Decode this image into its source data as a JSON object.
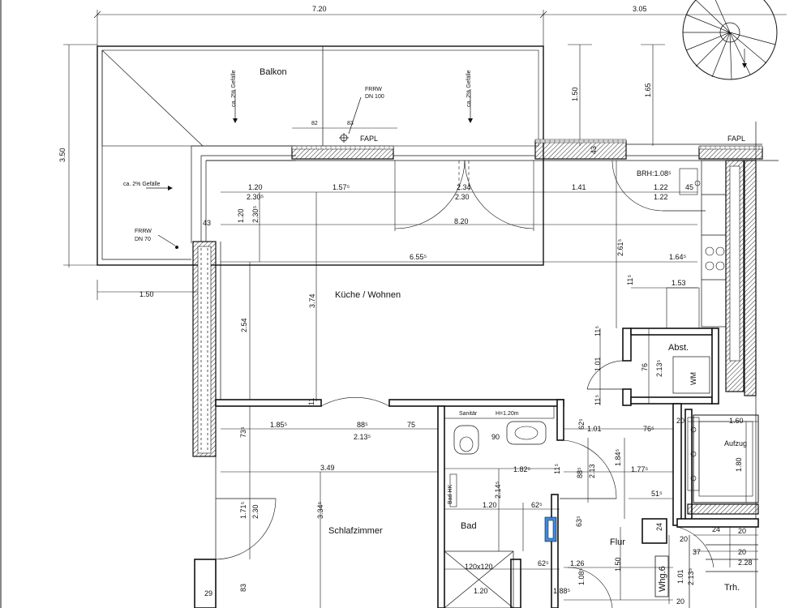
{
  "rooms": {
    "balkon": "Balkon",
    "kueche": "Küche / Wohnen",
    "schlafzimmer": "Schlafzimmer",
    "bad": "Bad",
    "abst": "Abst.",
    "flur": "Flur",
    "aufzug": "Aufzug",
    "whg": "Whg.6",
    "trh": "Trh.",
    "wm": "WM"
  },
  "notes": {
    "frrw100_a": "FRRW",
    "frrw100_b": "DN 100",
    "frrw70_a": "FRRW",
    "frrw70_b": "DN 70",
    "fapl1": "FAPL",
    "fapl2": "FAPL",
    "gefaelle1": "ca. 2% Gefälle",
    "gefaelle2": "ca. 2% Gefälle",
    "gefaelle3": "ca. 2% Gefälle",
    "brh": "BRH:1.08⁵",
    "bad_hk": "Bad HK",
    "h120": "H=1.20m",
    "shower": "120x120",
    "sanitaer": "Sanitär"
  },
  "dims": {
    "top1": "7.20",
    "top2": "3.05",
    "left1": "3.50",
    "left2": "1.50",
    "r150": "1.50",
    "r165": "1.65",
    "d120a": "1.20",
    "d230a": "2.30⁵",
    "d157": "1.57⁵",
    "d234": "2.34",
    "d230b": "2.30",
    "d141": "1.41",
    "d122a": "1.22",
    "d122b": "1.22",
    "d45": "45",
    "d820": "8.20",
    "d120b": "1.20",
    "d230c": "2.30⁵",
    "d655": "6.55⁵",
    "d261": "2.61⁵",
    "d164": "1.64⁵",
    "d374": "3.74",
    "d153": "1.53",
    "d11a": "11⁵",
    "d254": "2.54",
    "d101a": "1.01",
    "d76a": "76",
    "d213a": "2.13⁵",
    "d11b": "11⁵",
    "d185": "1.85⁵",
    "d88": "88⁵",
    "d213b": "2.13⁵",
    "d75": "75",
    "d73": "73⁵",
    "d11c": "11",
    "d90": "90",
    "d62a": "62⁵",
    "d101b": "1.01",
    "d76b": "76⁵",
    "d20a": "20",
    "d160": "1.60",
    "d349": "3.49",
    "d182": "1.82⁵",
    "d11d": "11⁵",
    "d88b": "88⁵",
    "d213c": "2.13",
    "d184": "1.84⁵",
    "d177": "1.77⁵",
    "d180": "1.80",
    "d171": "1.71⁵",
    "d230d": "2.30",
    "d334": "3.34⁵",
    "d214": "2.14⁵",
    "d120c": "1.20",
    "d62b": "62⁵",
    "d51": "51⁵",
    "d63": "63⁵",
    "d24": "24",
    "d20b": "20",
    "d20c": "20",
    "d37": "37",
    "d228": "2.28",
    "d62c": "62⁵",
    "d126": "1.26",
    "d150b": "1.50",
    "d101c": "1.01",
    "d213d": "2.13⁵",
    "d20d": "20",
    "d120d": "1.20",
    "d188": "1.88⁵",
    "d108": "1.08⁵",
    "d83": "83",
    "d29": "29",
    "d43a": "43",
    "d43b": "43",
    "d24b": "24",
    "d20e": "20",
    "d82": "82",
    "d83b": "83",
    "d11e": "11⁵"
  }
}
